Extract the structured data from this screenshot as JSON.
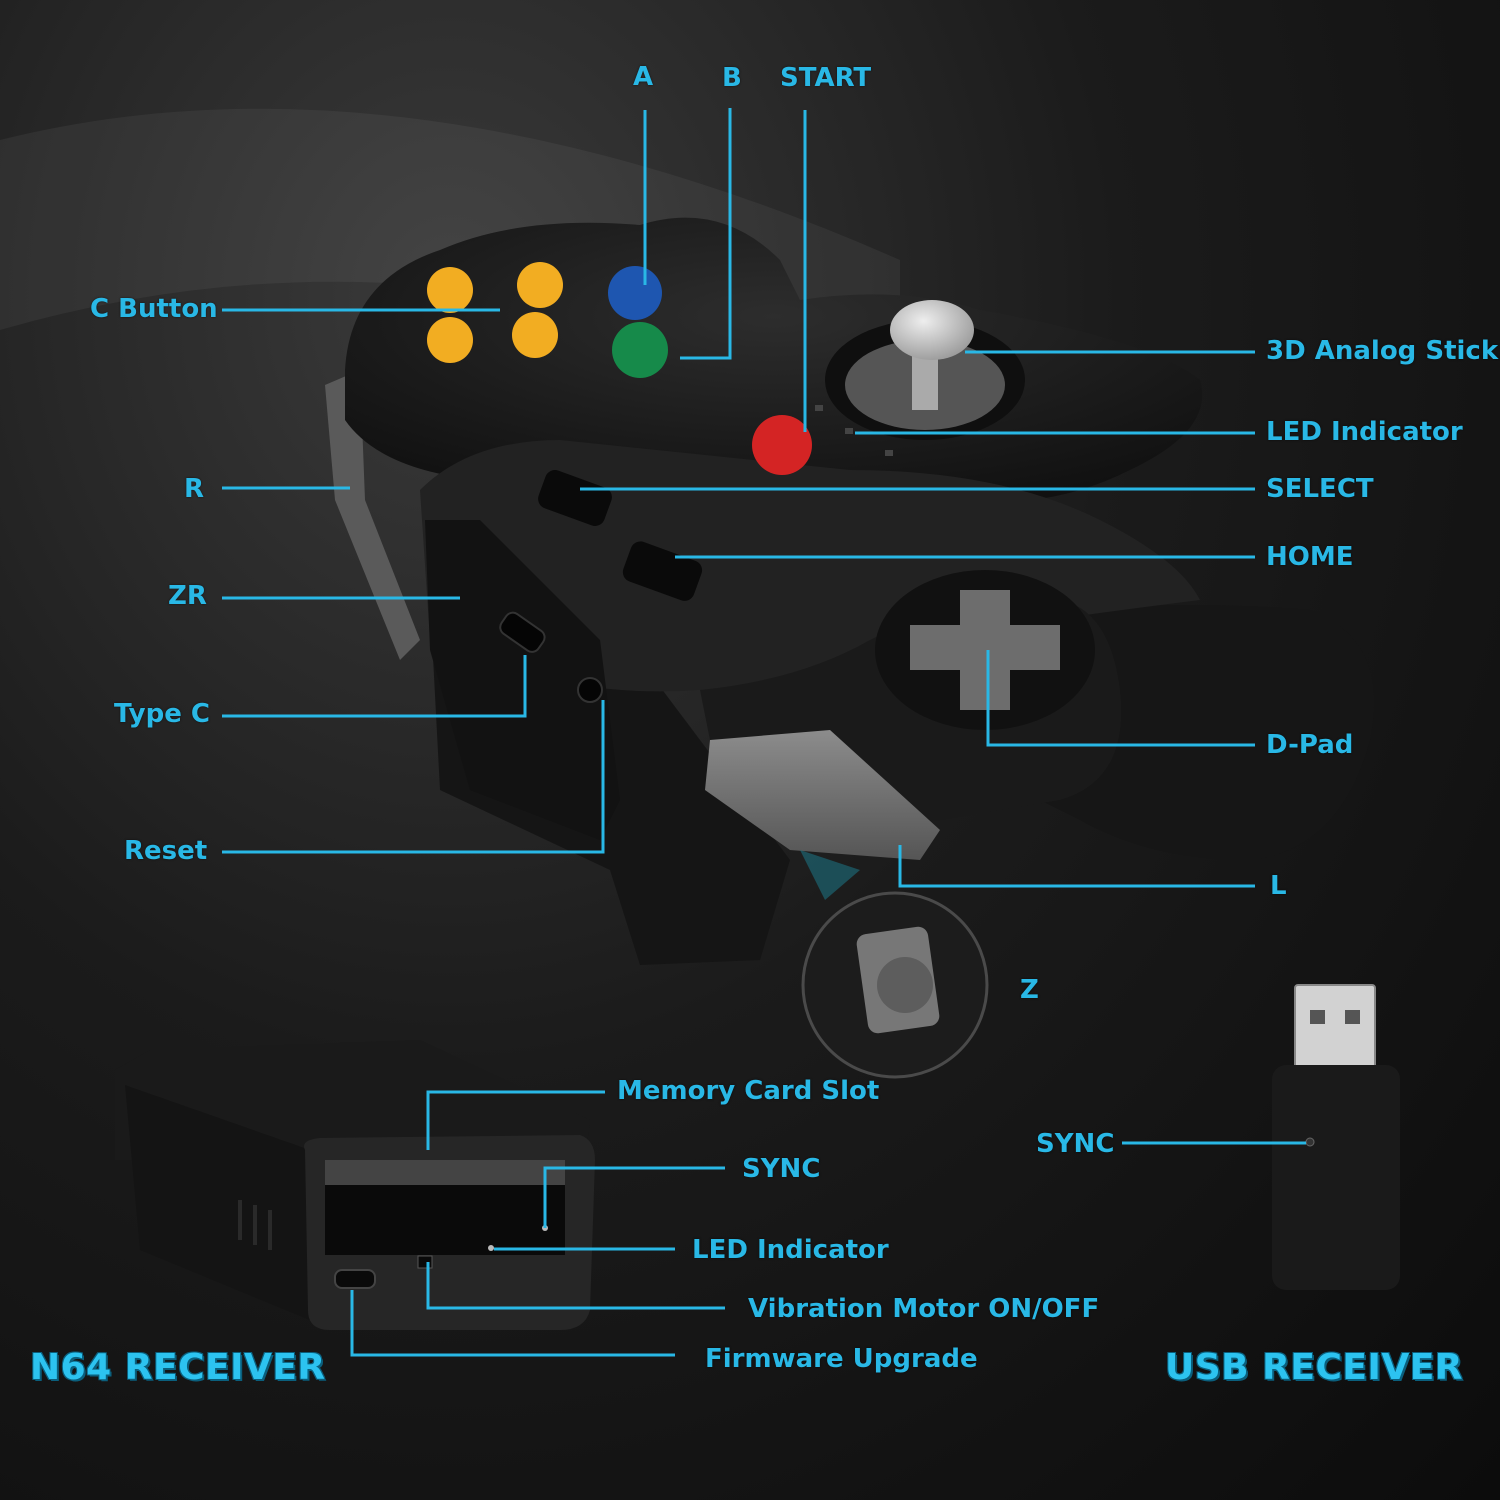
{
  "accent_color": "#29b8e6",
  "controller": {
    "labels": {
      "a": "A",
      "b": "B",
      "start": "START",
      "c_button": "C Button",
      "analog_stick": "3D Analog Stick",
      "led_indicator": "LED Indicator",
      "r": "R",
      "select": "SELECT",
      "home": "HOME",
      "zr": "ZR",
      "type_c": "Type C",
      "d_pad": "D-Pad",
      "reset": "Reset",
      "l": "L",
      "z": "Z"
    },
    "button_colors": {
      "c_buttons": "#f2ad22",
      "a_button": "#1e56b0",
      "b_button": "#168a4a",
      "start_button": "#d42424"
    }
  },
  "n64_receiver": {
    "title": "N64 RECEIVER",
    "labels": {
      "memory_card_slot": "Memory Card Slot",
      "sync": "SYNC",
      "led_indicator": "LED Indicator",
      "vibration_motor": "Vibration Motor ON/OFF",
      "firmware_upgrade": "Firmware Upgrade"
    }
  },
  "usb_receiver": {
    "title": "USB RECEIVER",
    "labels": {
      "sync": "SYNC"
    }
  }
}
